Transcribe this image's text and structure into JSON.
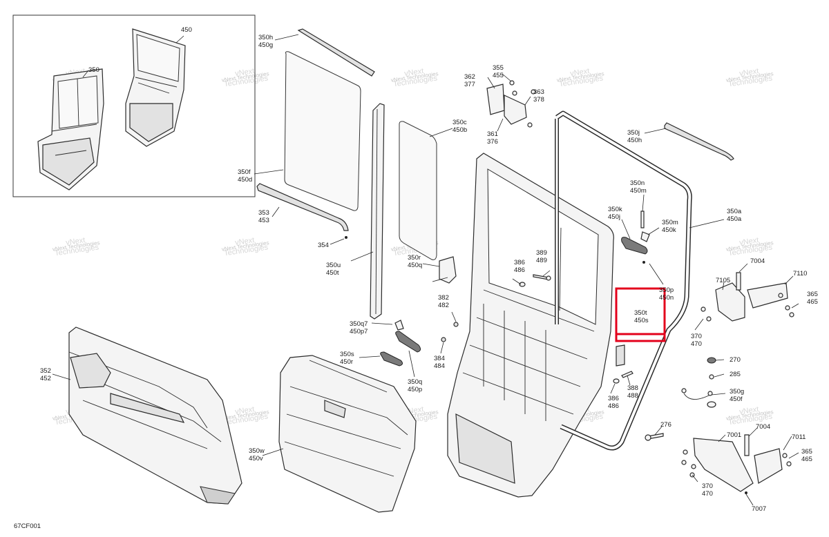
{
  "diagram_code": "67CF001",
  "highlight_color": "#e3001b",
  "watermark": {
    "line1": "vNext",
    "line2": "Technologies",
    "combined": "vNext Technologies"
  },
  "labels": {
    "l450": "450",
    "l350": "350",
    "l350h": "350h",
    "l450g": "450g",
    "l355": "355",
    "l455": "455",
    "l362": "362",
    "l377": "377",
    "l363": "363",
    "l378": "378",
    "l361": "361",
    "l376": "376",
    "l350c": "350c",
    "l450b": "450b",
    "l350j": "350j",
    "l450h": "450h",
    "l350f": "350f",
    "l450d": "450d",
    "l353": "353",
    "l453": "453",
    "l354": "354",
    "l350n": "350n",
    "l450m": "450m",
    "l350k": "350k",
    "l450j": "450j",
    "l350m": "350m",
    "l450k": "450k",
    "l350a": "350a",
    "l450a": "450a",
    "l389": "389",
    "l489": "489",
    "l386a": "386",
    "l486a": "486",
    "l350r": "350r",
    "l450q": "450q",
    "l350u": "350u",
    "l450t": "450t",
    "l382": "382",
    "l482": "482",
    "l350p": "350p",
    "l450n": "450n",
    "l350t": "350t",
    "l450s": "450s",
    "l7004a": "7004",
    "l7105": "7105",
    "l7110": "7110",
    "l365a": "365",
    "l465a": "465",
    "l370a": "370",
    "l470a": "470",
    "l350q7": "350q7",
    "l450p7": "450p7",
    "l384": "384",
    "l484": "484",
    "l350s": "350s",
    "l450r": "450r",
    "l350q": "350q",
    "l450p": "450p",
    "l352": "352",
    "l452": "452",
    "l270": "270",
    "l285": "285",
    "l350g": "350g",
    "l450f": "450f",
    "l386b": "386",
    "l486b": "486",
    "l388": "388",
    "l488": "488",
    "l276": "276",
    "l7001": "7001",
    "l7004b": "7004",
    "l7011": "7011",
    "l365b": "365",
    "l465b": "465",
    "l370b": "370",
    "l470b": "470",
    "l7007": "7007",
    "l350w": "350w",
    "l450v": "450v"
  }
}
